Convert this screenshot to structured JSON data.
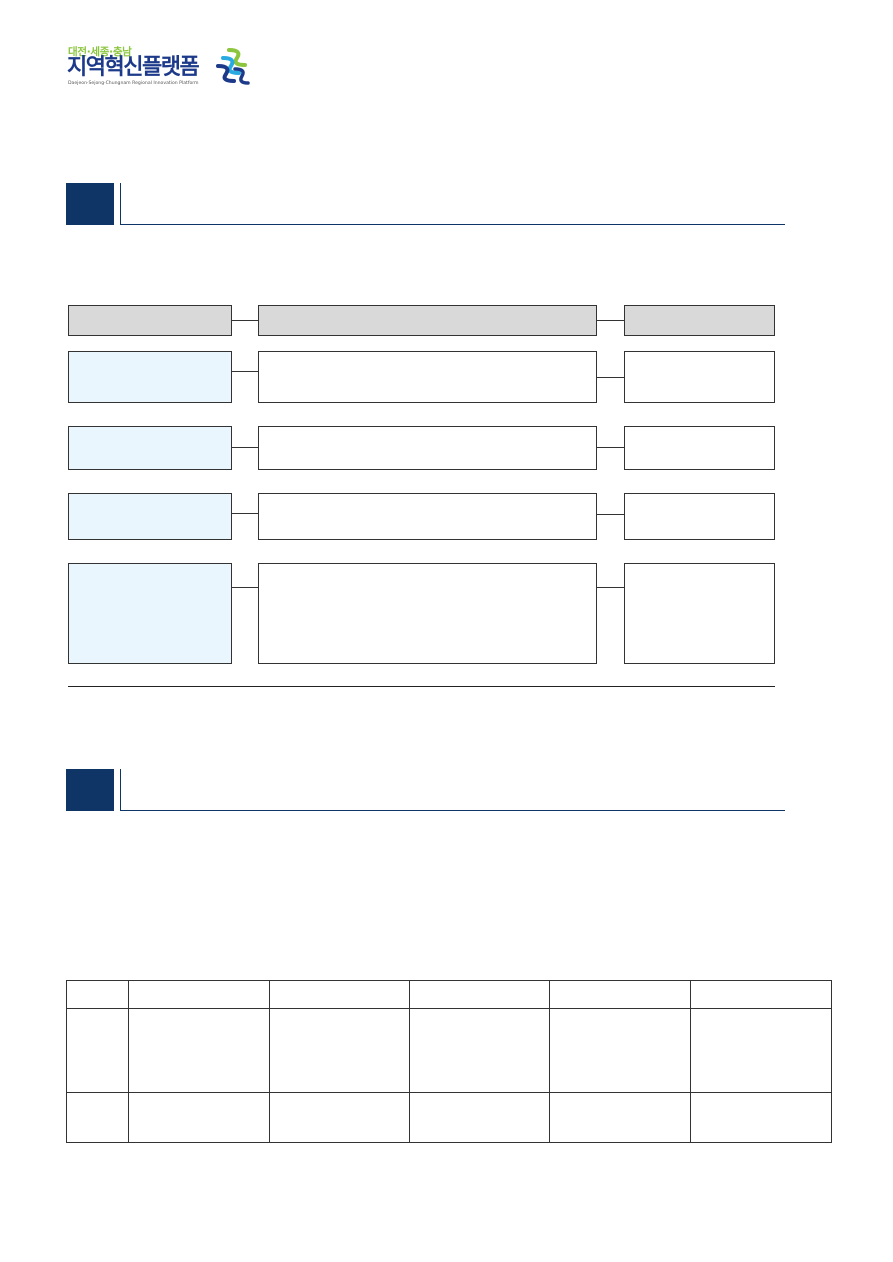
{
  "header": {
    "logo": {
      "region_text": "대전·세종·충남",
      "name_text": "지역혁신플랫폼",
      "english_text": "Daejeon·Sejong·Chungnam Regional Innovation Platform",
      "colors": {
        "green": "#8cc63f",
        "navy": "#1d3a8a",
        "cyan": "#29abe2"
      }
    }
  },
  "colors": {
    "section_marker": "#0e3566",
    "flow_header_fill": "#d9d9d9",
    "flow_highlight_fill": "#eaf6fe",
    "border": "#333333"
  }
}
